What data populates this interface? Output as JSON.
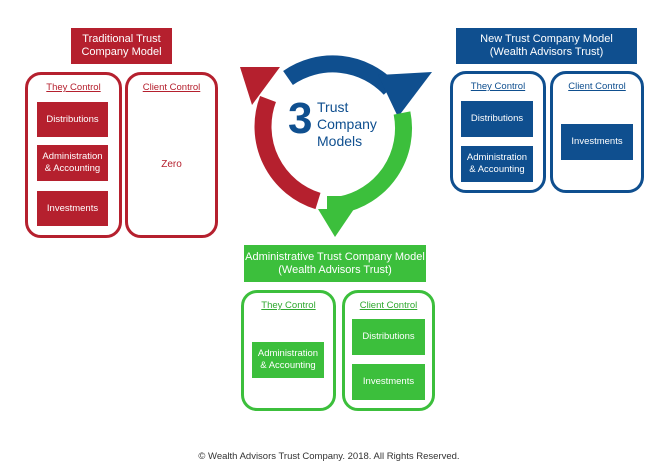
{
  "center": {
    "number": "3",
    "label": "Trust\nCompany\nModels"
  },
  "colors": {
    "traditional": "#b5202e",
    "new": "#0f4f8f",
    "administrative": "#3cbf3c"
  },
  "models": {
    "traditional": {
      "title": "Traditional Trust\nCompany Model",
      "they_control": {
        "label": "They Control",
        "items": [
          "Distributions",
          "Administration\n& Accounting",
          "Investments"
        ]
      },
      "client_control": {
        "label": "Client Control",
        "note": "Zero"
      }
    },
    "new": {
      "title": "New Trust Company Model\n(Wealth Advisors Trust)",
      "they_control": {
        "label": "They Control",
        "items": [
          "Distributions",
          "Administration\n& Accounting"
        ]
      },
      "client_control": {
        "label": "Client Control",
        "items": [
          "Investments"
        ]
      }
    },
    "administrative": {
      "title": "Administrative Trust Company Model\n(Wealth Advisors Trust)",
      "they_control": {
        "label": "They Control",
        "items": [
          "Administration\n& Accounting"
        ]
      },
      "client_control": {
        "label": "Client Control",
        "items": [
          "Distributions",
          "Investments"
        ]
      }
    }
  },
  "footer": "© Wealth Advisors Trust Company. 2018. All Rights Reserved."
}
